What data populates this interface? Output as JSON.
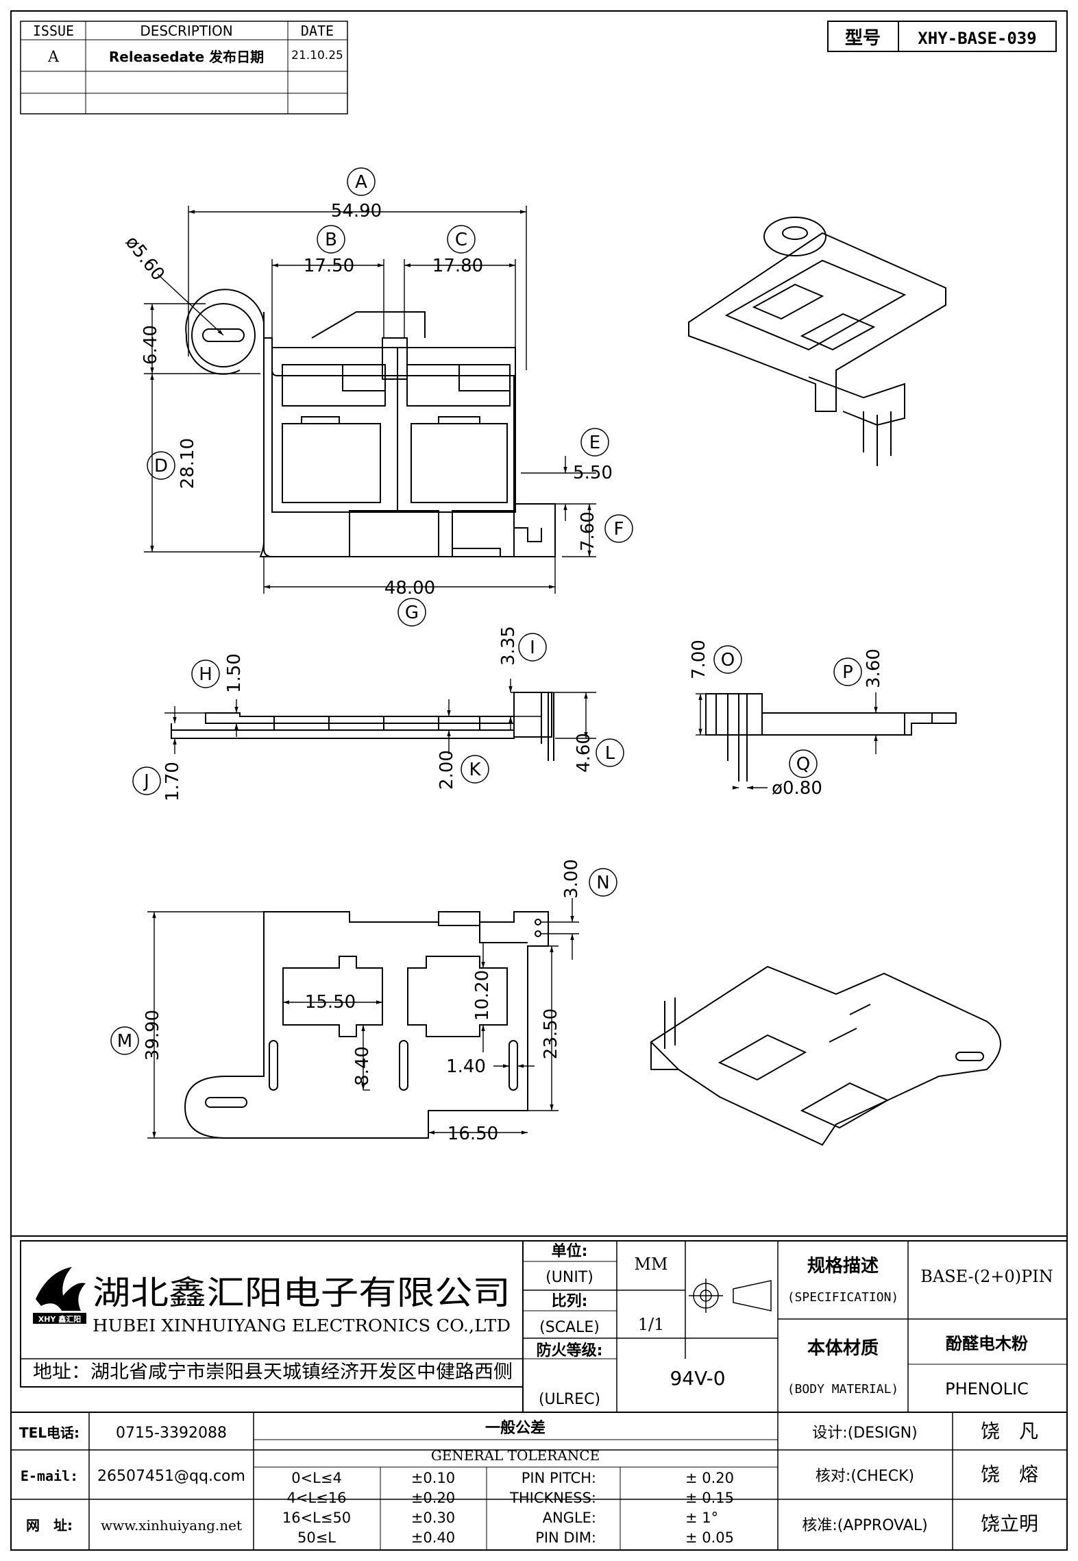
{
  "revision_table": {
    "headers": [
      "ISSUE",
      "DESCRIPTION",
      "DATE"
    ],
    "rows": [
      {
        "issue": "A",
        "description": "Releasedate 发布日期",
        "date": "21.10.25"
      }
    ]
  },
  "model": {
    "label": "型号",
    "value": "XHY-BASE-039"
  },
  "balloons": [
    "A",
    "B",
    "C",
    "D",
    "E",
    "F",
    "G",
    "H",
    "I",
    "J",
    "K",
    "L",
    "O",
    "P",
    "Q",
    "N",
    "M"
  ],
  "dimensions": {
    "A": "54.90",
    "B": "17.50",
    "C": "17.80",
    "dia_hole": "ø5.60",
    "hole_offset": "6.40",
    "D": "28.10",
    "E": "5.50",
    "F": "7.60",
    "G": "48.00",
    "H": "1.50",
    "I": "3.35",
    "J": "1.70",
    "K": "2.00",
    "L": "4.60",
    "O": "7.00",
    "P": "3.60",
    "Q": "ø0.80",
    "N": "3.00",
    "M": "39.90",
    "w1": "15.50",
    "h1": "10.20",
    "h2": "8.40",
    "slot": "1.40",
    "h3": "23.50",
    "w2": "16.50"
  },
  "company": {
    "name_cn": "湖北鑫汇阳电子有限公司",
    "name_en": "HUBEI XINHUIYANG ELECTRONICS CO.,LTD",
    "address": "地址：湖北省咸宁市崇阳县天城镇经济开发区中健路西侧",
    "logo_text": "XHY 鑫汇阳"
  },
  "title_block": {
    "unit_cn": "单位:",
    "unit_en": "(UNIT)",
    "unit_value": "MM",
    "scale_cn": "比列:",
    "scale_en": "(SCALE)",
    "scale_value": "1/1",
    "fire_cn": "防火等级:",
    "fire_en": "(ULREC)",
    "fire_value": "94V-0",
    "spec_cn": "规格描述",
    "spec_en": "(SPECIFICATION)",
    "spec_value": "BASE-(2+0)PIN",
    "material_cn": "本体材质",
    "material_en": "(BODY MATERIAL)",
    "material_value_cn": "酚醛电木粉",
    "material_value_en": "PHENOLIC"
  },
  "contact": {
    "tel_label": "TEL电话:",
    "tel": "0715-3392088",
    "email_label": "E-mail:",
    "email": "26507451@qq.com",
    "web_label": "网　址:",
    "web": "www.xinhuiyang.net"
  },
  "tolerance": {
    "title_cn": "一般公差",
    "title_en": "GENERAL TOLERANCE",
    "rows": [
      {
        "range": "0<L≤4",
        "tol": "±0.10",
        "item": "PIN PITCH:",
        "value": "± 0.20"
      },
      {
        "range": "4<L≤16",
        "tol": "±0.20",
        "item": "THICKNESS:",
        "value": "± 0.15"
      },
      {
        "range": "16<L≤50",
        "tol": "±0.30",
        "item": "ANGLE:",
        "value": "± 1°"
      },
      {
        "range": "50≤L",
        "tol": "±0.40",
        "item": "PIN DIM:",
        "value": "± 0.05"
      }
    ]
  },
  "approvals": [
    {
      "label": "设计:(DESIGN)",
      "name": "饶　凡"
    },
    {
      "label": "核对:(CHECK)",
      "name": "饶　熔"
    },
    {
      "label": "核准:(APPROVAL)",
      "name": "饶立明"
    }
  ]
}
